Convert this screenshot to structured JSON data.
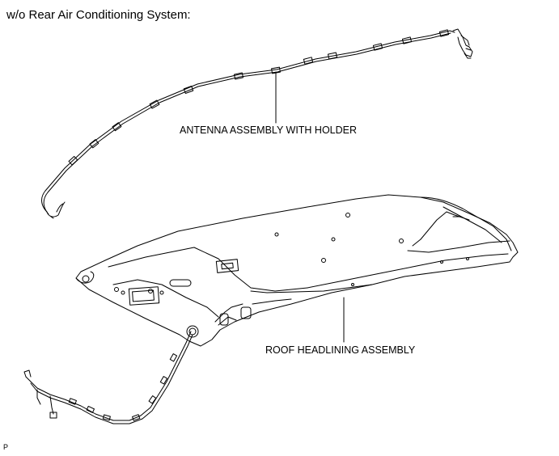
{
  "heading": "w/o Rear Air Conditioning System:",
  "labels": {
    "antenna": "ANTENNA ASSEMBLY WITH HOLDER",
    "roof": "ROOF HEADLINING ASSEMBLY"
  },
  "figure_code": "P",
  "colors": {
    "ink": "#000000",
    "paper": "#ffffff"
  }
}
